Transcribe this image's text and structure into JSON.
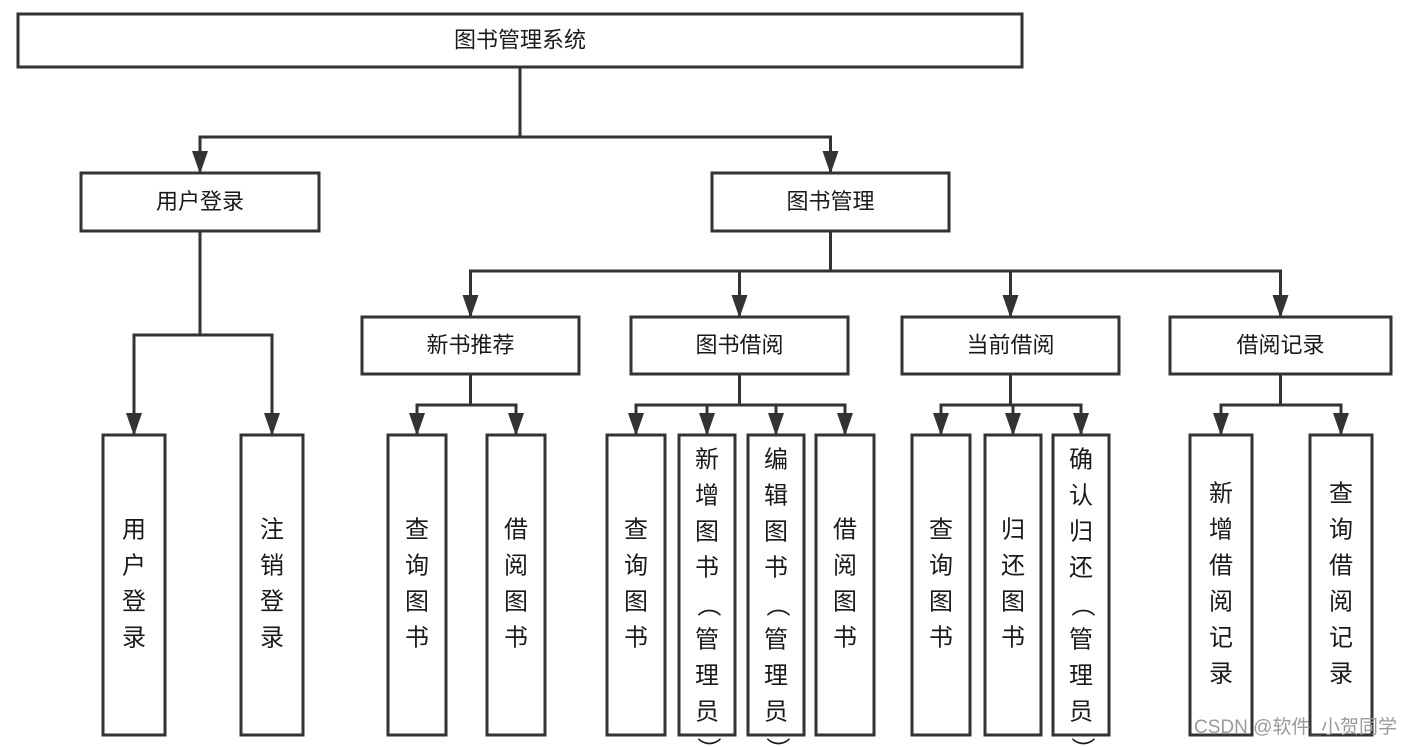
{
  "diagram": {
    "title": "图书管理系统",
    "type": "tree-hierarchy-chart",
    "orientation": "top-down",
    "colors": {
      "box_fill": "#ffffff",
      "box_stroke": "#333333",
      "text": "#1a1a1a",
      "background": "#ffffff",
      "watermark": "#9a9a9a"
    },
    "nodes": {
      "root": {
        "id": "root",
        "label": "图书管理系统",
        "level": 1,
        "text_orientation": "horizontal"
      },
      "level2": [
        {
          "id": "user-login",
          "label": "用户登录",
          "level": 2,
          "text_orientation": "horizontal"
        },
        {
          "id": "book-manage",
          "label": "图书管理",
          "level": 2,
          "text_orientation": "horizontal"
        }
      ],
      "level3": [
        {
          "id": "new-book-recommend",
          "label": "新书推荐",
          "level": 3,
          "text_orientation": "horizontal"
        },
        {
          "id": "book-borrow",
          "label": "图书借阅",
          "level": 3,
          "text_orientation": "horizontal"
        },
        {
          "id": "current-borrow",
          "label": "当前借阅",
          "level": 3,
          "text_orientation": "horizontal"
        },
        {
          "id": "borrow-record",
          "label": "借阅记录",
          "level": 3,
          "text_orientation": "horizontal"
        }
      ],
      "leaves": [
        {
          "id": "leaf-user-login",
          "label": "用户登录",
          "parent": "user-login",
          "text_orientation": "vertical"
        },
        {
          "id": "leaf-user-logout",
          "label": "注销登录",
          "parent": "user-login",
          "text_orientation": "vertical"
        },
        {
          "id": "leaf-query-book-1",
          "label": "查询图书",
          "parent": "new-book-recommend",
          "text_orientation": "vertical"
        },
        {
          "id": "leaf-borrow-book-1",
          "label": "借阅图书",
          "parent": "new-book-recommend",
          "text_orientation": "vertical"
        },
        {
          "id": "leaf-query-book-2",
          "label": "查询图书",
          "parent": "book-borrow",
          "text_orientation": "vertical"
        },
        {
          "id": "leaf-add-book",
          "label": "新增图书（管理员）",
          "parent": "book-borrow",
          "text_orientation": "vertical"
        },
        {
          "id": "leaf-edit-book",
          "label": "编辑图书（管理员）",
          "parent": "book-borrow",
          "text_orientation": "vertical"
        },
        {
          "id": "leaf-borrow-book-2",
          "label": "借阅图书",
          "parent": "book-borrow",
          "text_orientation": "vertical"
        },
        {
          "id": "leaf-query-book-3",
          "label": "查询图书",
          "parent": "current-borrow",
          "text_orientation": "vertical"
        },
        {
          "id": "leaf-return-book",
          "label": "归还图书",
          "parent": "current-borrow",
          "text_orientation": "vertical"
        },
        {
          "id": "leaf-confirm-return",
          "label": "确认归还（管理员）",
          "parent": "current-borrow",
          "text_orientation": "vertical"
        },
        {
          "id": "leaf-add-record",
          "label": "新增借阅记录",
          "parent": "borrow-record",
          "text_orientation": "vertical"
        },
        {
          "id": "leaf-query-record",
          "label": "查询借阅记录",
          "parent": "borrow-record",
          "text_orientation": "vertical"
        }
      ]
    },
    "edges": [
      {
        "from": "root",
        "to": "user-login"
      },
      {
        "from": "root",
        "to": "book-manage"
      },
      {
        "from": "user-login",
        "to": "leaf-user-login"
      },
      {
        "from": "user-login",
        "to": "leaf-user-logout"
      },
      {
        "from": "book-manage",
        "to": "new-book-recommend"
      },
      {
        "from": "book-manage",
        "to": "book-borrow"
      },
      {
        "from": "book-manage",
        "to": "current-borrow"
      },
      {
        "from": "book-manage",
        "to": "borrow-record"
      },
      {
        "from": "new-book-recommend",
        "to": "leaf-query-book-1"
      },
      {
        "from": "new-book-recommend",
        "to": "leaf-borrow-book-1"
      },
      {
        "from": "book-borrow",
        "to": "leaf-query-book-2"
      },
      {
        "from": "book-borrow",
        "to": "leaf-add-book"
      },
      {
        "from": "book-borrow",
        "to": "leaf-edit-book"
      },
      {
        "from": "book-borrow",
        "to": "leaf-borrow-book-2"
      },
      {
        "from": "current-borrow",
        "to": "leaf-query-book-3"
      },
      {
        "from": "current-borrow",
        "to": "leaf-return-book"
      },
      {
        "from": "current-borrow",
        "to": "leaf-confirm-return"
      },
      {
        "from": "borrow-record",
        "to": "leaf-add-record"
      },
      {
        "from": "borrow-record",
        "to": "leaf-query-record"
      }
    ]
  },
  "watermark": {
    "text": "CSDN @软件_小贺同学"
  }
}
